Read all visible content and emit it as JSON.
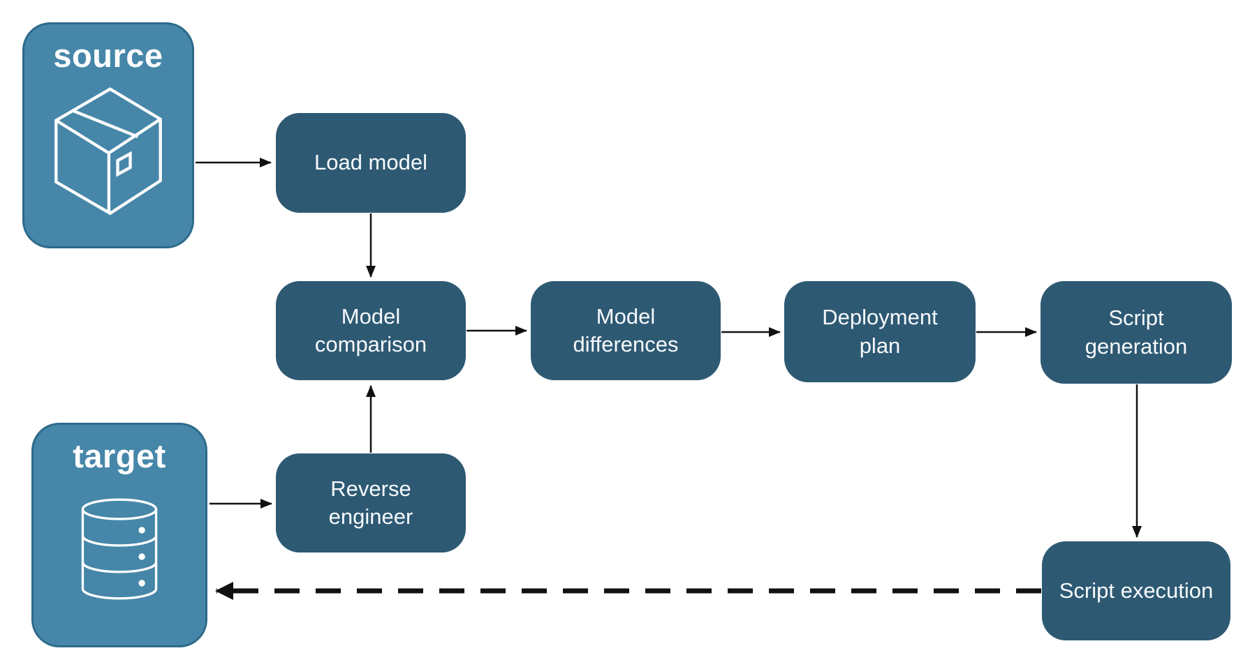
{
  "diagram_type": "flowchart",
  "endpoints": {
    "source": {
      "label": "source",
      "icon": "package-icon"
    },
    "target": {
      "label": "target",
      "icon": "database-icon"
    }
  },
  "nodes": {
    "load_model": {
      "label": "Load model"
    },
    "model_comparison": {
      "label": "Model comparison"
    },
    "model_differences": {
      "label": "Model differences"
    },
    "deployment_plan": {
      "label": "Deployment plan"
    },
    "script_generation": {
      "label": "Script generation"
    },
    "reverse_engineer": {
      "label": "Reverse engineer"
    },
    "script_execution": {
      "label": "Script execution"
    }
  },
  "edges": [
    {
      "from": "source",
      "to": "load_model",
      "style": "solid"
    },
    {
      "from": "load_model",
      "to": "model_comparison",
      "style": "solid"
    },
    {
      "from": "model_comparison",
      "to": "model_differences",
      "style": "solid"
    },
    {
      "from": "model_differences",
      "to": "deployment_plan",
      "style": "solid"
    },
    {
      "from": "deployment_plan",
      "to": "script_generation",
      "style": "solid"
    },
    {
      "from": "script_generation",
      "to": "script_execution",
      "style": "solid"
    },
    {
      "from": "target",
      "to": "reverse_engineer",
      "style": "solid"
    },
    {
      "from": "reverse_engineer",
      "to": "model_comparison",
      "style": "solid"
    },
    {
      "from": "script_execution",
      "to": "target",
      "style": "dashed"
    }
  ],
  "colors": {
    "process_node_fill": "#2e5973",
    "endpoint_fill": "#4687a9",
    "endpoint_border": "#2d6a8a",
    "arrow": "#111111",
    "node_text": "#ffffff",
    "background": "#ffffff"
  }
}
